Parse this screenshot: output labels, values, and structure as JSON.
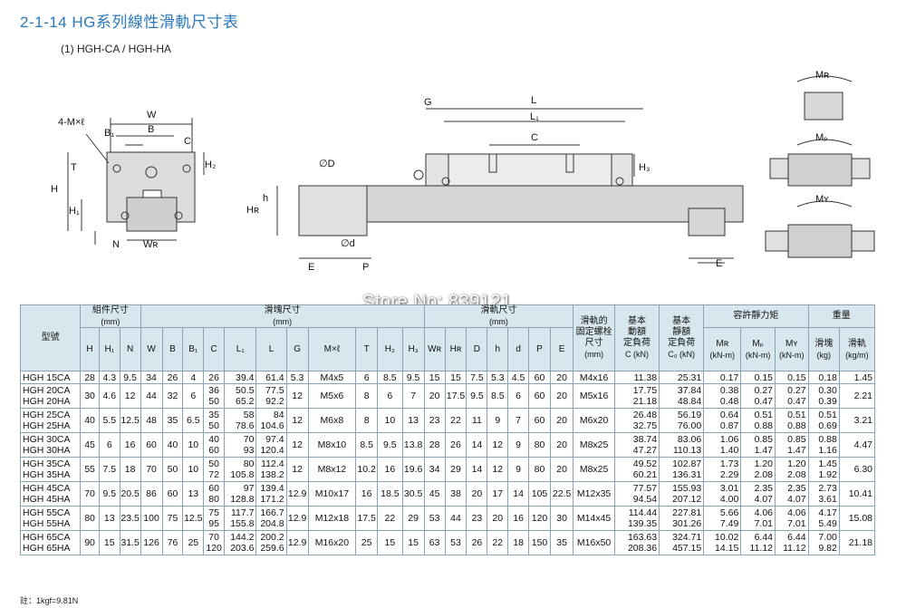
{
  "title": "2-1-14 HG系列線性滑軌尺寸表",
  "subtitle": "(1) HGH-CA / HGH-HA",
  "watermark": "Store No: 839121",
  "drawing_labels": {
    "front": {
      "W": "W",
      "B": "B",
      "B1": "B₁",
      "C": "C",
      "H": "H",
      "H1": "H₁",
      "H2": "H₂",
      "T": "T",
      "N": "N",
      "WR": "Wʀ",
      "holes": "4-M×ℓ"
    },
    "side": {
      "G": "G",
      "L": "L",
      "L1": "L₁",
      "C": "C",
      "H3": "H₃",
      "HR": "Hʀ",
      "h": "h",
      "D": "∅D",
      "d": "∅d",
      "E": "E",
      "P": "P"
    },
    "moments": {
      "MR": "Mʀ",
      "MP": "Mₚ",
      "MY": "Mʏ",
      "E": "E"
    }
  },
  "table": {
    "headers": {
      "model": "型號",
      "assembly": "組件尺寸",
      "assembly_unit": "(mm)",
      "block": "滑塊尺寸",
      "block_unit": "(mm)",
      "rail": "滑軌尺寸",
      "rail_unit": "(mm)",
      "bolt": [
        "滑軌的",
        "固定螺栓",
        "尺寸"
      ],
      "bolt_unit": "(mm)",
      "dyn": [
        "基本",
        "動額",
        "定負荷"
      ],
      "dyn_unit": "C (kN)",
      "stat": [
        "基本",
        "靜額",
        "定負荷"
      ],
      "stat_unit": "C₀ (kN)",
      "moment": "容許靜力矩",
      "weight": "重量",
      "mr": "Mʀ",
      "mp": "Mₚ",
      "my": "Mʏ",
      "moment_unit": "(kN-m)",
      "block_w": "滑塊",
      "block_w_unit": "(kg)",
      "rail_w": "滑軌",
      "rail_w_unit": "(kg/m)",
      "sub": [
        "H",
        "H₁",
        "N",
        "W",
        "B",
        "B₁",
        "C",
        "L₁",
        "L",
        "G",
        "M×ℓ",
        "T",
        "H₂",
        "H₃",
        "Wʀ",
        "Hʀ",
        "D",
        "h",
        "d",
        "P",
        "E"
      ]
    },
    "rows": [
      {
        "models": [
          "HGH 15CA"
        ],
        "H": "28",
        "H1": "4.3",
        "N": "9.5",
        "W": "34",
        "B": "26",
        "B1": "4",
        "C": [
          "26"
        ],
        "L1": [
          "39.4"
        ],
        "L": [
          "61.4"
        ],
        "G": "5.3",
        "M": "M4x5",
        "T": "6",
        "H2": "8.5",
        "H3": "9.5",
        "WR": "15",
        "HR": "15",
        "D": "7.5",
        "h": "5.3",
        "d": "4.5",
        "P": "60",
        "E": "20",
        "bolt": "M4x16",
        "C_dyn": [
          "11.38"
        ],
        "C0": [
          "25.31"
        ],
        "MR": [
          "0.17"
        ],
        "MP": [
          "0.15"
        ],
        "MY": [
          "0.15"
        ],
        "wb": [
          "0.18"
        ],
        "wr": "1.45"
      },
      {
        "models": [
          "HGH 20CA",
          "HGH 20HA"
        ],
        "H": "30",
        "H1": "4.6",
        "N": "12",
        "W": "44",
        "B": "32",
        "B1": "6",
        "C": [
          "36",
          "50"
        ],
        "L1": [
          "50.5",
          "65.2"
        ],
        "L": [
          "77.5",
          "92.2"
        ],
        "G": "12",
        "M": "M5x6",
        "T": "8",
        "H2": "6",
        "H3": "7",
        "WR": "20",
        "HR": "17.5",
        "D": "9.5",
        "h": "8.5",
        "d": "6",
        "P": "60",
        "E": "20",
        "bolt": "M5x16",
        "C_dyn": [
          "17.75",
          "21.18"
        ],
        "C0": [
          "37.84",
          "48.84"
        ],
        "MR": [
          "0.38",
          "0.48"
        ],
        "MP": [
          "0.27",
          "0.47"
        ],
        "MY": [
          "0.27",
          "0.47"
        ],
        "wb": [
          "0.30",
          "0.39"
        ],
        "wr": "2.21"
      },
      {
        "models": [
          "HGH 25CA",
          "HGH 25HA"
        ],
        "H": "40",
        "H1": "5.5",
        "N": "12.5",
        "W": "48",
        "B": "35",
        "B1": "6.5",
        "C": [
          "35",
          "50"
        ],
        "L1": [
          "58",
          "78.6"
        ],
        "L": [
          "84",
          "104.6"
        ],
        "G": "12",
        "M": "M6x8",
        "T": "8",
        "H2": "10",
        "H3": "13",
        "WR": "23",
        "HR": "22",
        "D": "11",
        "h": "9",
        "d": "7",
        "P": "60",
        "E": "20",
        "bolt": "M6x20",
        "C_dyn": [
          "26.48",
          "32.75"
        ],
        "C0": [
          "56.19",
          "76.00"
        ],
        "MR": [
          "0.64",
          "0.87"
        ],
        "MP": [
          "0.51",
          "0.88"
        ],
        "MY": [
          "0.51",
          "0.88"
        ],
        "wb": [
          "0.51",
          "0.69"
        ],
        "wr": "3.21"
      },
      {
        "models": [
          "HGH 30CA",
          "HGH 30HA"
        ],
        "H": "45",
        "H1": "6",
        "N": "16",
        "W": "60",
        "B": "40",
        "B1": "10",
        "C": [
          "40",
          "60"
        ],
        "L1": [
          "70",
          "93"
        ],
        "L": [
          "97.4",
          "120.4"
        ],
        "G": "12",
        "M": "M8x10",
        "T": "8.5",
        "H2": "9.5",
        "H3": "13.8",
        "WR": "28",
        "HR": "26",
        "D": "14",
        "h": "12",
        "d": "9",
        "P": "80",
        "E": "20",
        "bolt": "M8x25",
        "C_dyn": [
          "38.74",
          "47.27"
        ],
        "C0": [
          "83.06",
          "110.13"
        ],
        "MR": [
          "1.06",
          "1.40"
        ],
        "MP": [
          "0.85",
          "1.47"
        ],
        "MY": [
          "0.85",
          "1.47"
        ],
        "wb": [
          "0.88",
          "1.16"
        ],
        "wr": "4.47"
      },
      {
        "models": [
          "HGH 35CA",
          "HGH 35HA"
        ],
        "H": "55",
        "H1": "7.5",
        "N": "18",
        "W": "70",
        "B": "50",
        "B1": "10",
        "C": [
          "50",
          "72"
        ],
        "L1": [
          "80",
          "105.8"
        ],
        "L": [
          "112.4",
          "138.2"
        ],
        "G": "12",
        "M": "M8x12",
        "T": "10.2",
        "H2": "16",
        "H3": "19.6",
        "WR": "34",
        "HR": "29",
        "D": "14",
        "h": "12",
        "d": "9",
        "P": "80",
        "E": "20",
        "bolt": "M8x25",
        "C_dyn": [
          "49.52",
          "60.21"
        ],
        "C0": [
          "102.87",
          "136.31"
        ],
        "MR": [
          "1.73",
          "2.29"
        ],
        "MP": [
          "1.20",
          "2.08"
        ],
        "MY": [
          "1.20",
          "2.08"
        ],
        "wb": [
          "1.45",
          "1.92"
        ],
        "wr": "6.30"
      },
      {
        "models": [
          "HGH 45CA",
          "HGH 45HA"
        ],
        "H": "70",
        "H1": "9.5",
        "N": "20.5",
        "W": "86",
        "B": "60",
        "B1": "13",
        "C": [
          "60",
          "80"
        ],
        "L1": [
          "97",
          "128.8"
        ],
        "L": [
          "139.4",
          "171.2"
        ],
        "G": "12.9",
        "M": "M10x17",
        "T": "16",
        "H2": "18.5",
        "H3": "30.5",
        "WR": "45",
        "HR": "38",
        "D": "20",
        "h": "17",
        "d": "14",
        "P": "105",
        "E": "22.5",
        "bolt": "M12x35",
        "C_dyn": [
          "77.57",
          "94.54"
        ],
        "C0": [
          "155.93",
          "207.12"
        ],
        "MR": [
          "3.01",
          "4.00"
        ],
        "MP": [
          "2.35",
          "4.07"
        ],
        "MY": [
          "2.35",
          "4.07"
        ],
        "wb": [
          "2.73",
          "3.61"
        ],
        "wr": "10.41"
      },
      {
        "models": [
          "HGH 55CA",
          "HGH 55HA"
        ],
        "H": "80",
        "H1": "13",
        "N": "23.5",
        "W": "100",
        "B": "75",
        "B1": "12.5",
        "C": [
          "75",
          "95"
        ],
        "L1": [
          "117.7",
          "155.8"
        ],
        "L": [
          "166.7",
          "204.8"
        ],
        "G": "12.9",
        "M": "M12x18",
        "T": "17.5",
        "H2": "22",
        "H3": "29",
        "WR": "53",
        "HR": "44",
        "D": "23",
        "h": "20",
        "d": "16",
        "P": "120",
        "E": "30",
        "bolt": "M14x45",
        "C_dyn": [
          "114.44",
          "139.35"
        ],
        "C0": [
          "227.81",
          "301.26"
        ],
        "MR": [
          "5.66",
          "7.49"
        ],
        "MP": [
          "4.06",
          "7.01"
        ],
        "MY": [
          "4.06",
          "7.01"
        ],
        "wb": [
          "4.17",
          "5.49"
        ],
        "wr": "15.08"
      },
      {
        "models": [
          "HGH 65CA",
          "HGH 65HA"
        ],
        "H": "90",
        "H1": "15",
        "N": "31.5",
        "W": "126",
        "B": "76",
        "B1": "25",
        "C": [
          "70",
          "120"
        ],
        "L1": [
          "144.2",
          "203.6"
        ],
        "L": [
          "200.2",
          "259.6"
        ],
        "G": "12.9",
        "M": "M16x20",
        "T": "25",
        "H2": "15",
        "H3": "15",
        "WR": "63",
        "HR": "53",
        "D": "26",
        "h": "22",
        "d": "18",
        "P": "150",
        "E": "35",
        "bolt": "M16x50",
        "C_dyn": [
          "163.63",
          "208.36"
        ],
        "C0": [
          "324.71",
          "457.15"
        ],
        "MR": [
          "10.02",
          "14.15"
        ],
        "MP": [
          "6.44",
          "11.12"
        ],
        "MY": [
          "6.44",
          "11.12"
        ],
        "wb": [
          "7.00",
          "9.82"
        ],
        "wr": "21.18"
      }
    ]
  },
  "note": "註：1kgf=9.81N"
}
